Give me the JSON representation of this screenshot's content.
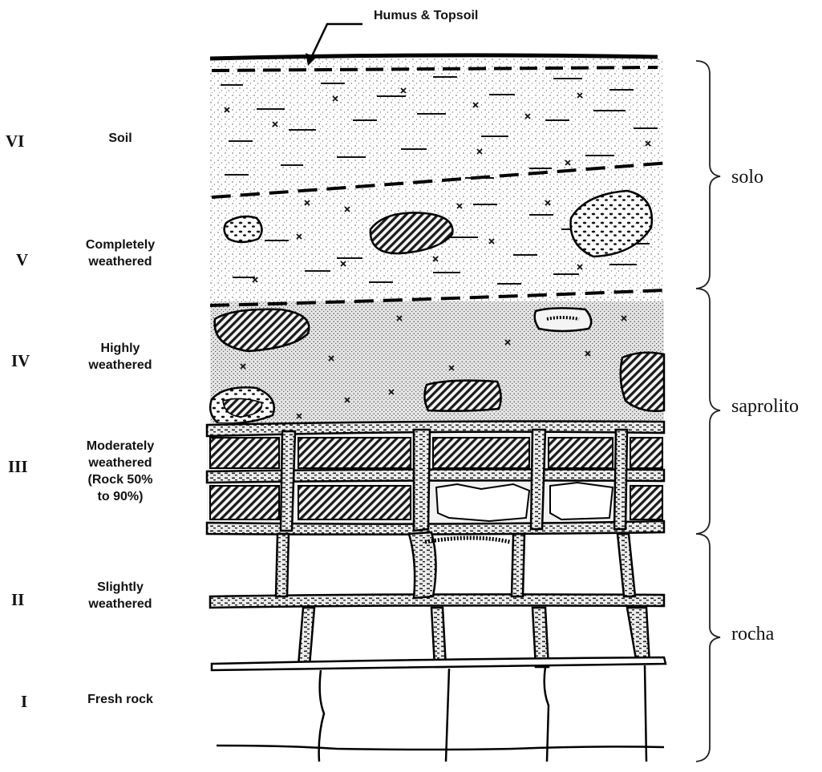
{
  "top_label": "Humus & Topsoil",
  "grades": [
    {
      "roman": "VI",
      "desc": [
        "Soil"
      ]
    },
    {
      "roman": "V",
      "desc": [
        "Completely",
        "weathered"
      ]
    },
    {
      "roman": "IV",
      "desc": [
        "Highly",
        "weathered"
      ]
    },
    {
      "roman": "III",
      "desc": [
        "Moderately",
        "weathered",
        "(Rock 50%",
        "to 90%)"
      ]
    },
    {
      "roman": "II",
      "desc": [
        "Slightly",
        "weathered"
      ]
    },
    {
      "roman": "I",
      "desc": [
        "Fresh rock"
      ]
    }
  ],
  "zones": [
    "solo",
    "saprolito",
    "rocha"
  ]
}
